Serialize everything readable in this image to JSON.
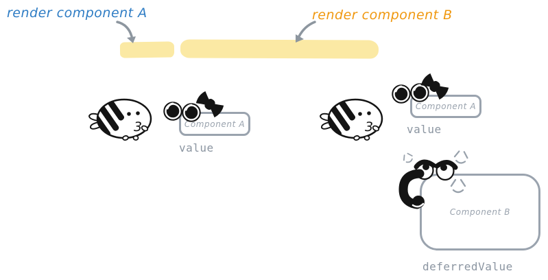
{
  "header": {
    "label_a": "render component A",
    "label_b": "render component B"
  },
  "scenes": {
    "left": {
      "bee_face": "3",
      "box_label": "Component A",
      "binding_label": "value"
    },
    "right": {
      "bee_face": "3",
      "box_label": "Component A",
      "binding_label": "value"
    },
    "deferred": {
      "box_label": "Component B",
      "binding_label": "deferredValue"
    }
  },
  "icons": {
    "arrow": "curved-gray-pointer-arrow",
    "bee": "striped-bee-blob-mascot",
    "googly_eyes": "pair-of-round-cartoon-eyes",
    "bow": "black-hair-bow",
    "angry_eyes": "furrowed-angry-cartoon-eyes",
    "anger_mark": "anime-anger-vein-mark",
    "flexing_arm": "black-flexed-bicep-arm"
  },
  "colors": {
    "highlight_yellow": "#fbe9a4",
    "label_a_blue": "#2e7cc4",
    "label_b_orange": "#f0980f",
    "arrow_gray": "#8d969f",
    "box_gray": "#9aa3ae",
    "code_gray": "#8b95a1",
    "ink": "#141414"
  }
}
